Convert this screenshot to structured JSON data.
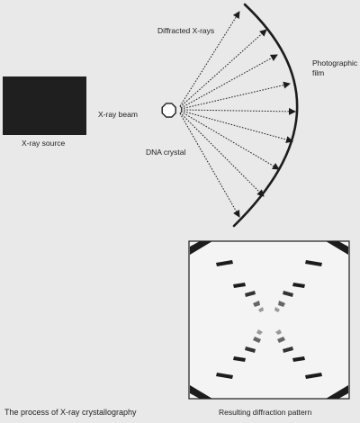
{
  "labels": {
    "xray_source": "X-ray source",
    "xray_beam": "X-ray beam",
    "dna_crystal": "DNA crystal",
    "diffracted_xrays": "Diffracted X-rays",
    "film_line1": "Photographic",
    "film_line2": "film",
    "resulting_pattern": "Resulting diffraction pattern",
    "caption": "The process of X-ray crystallography"
  },
  "colors": {
    "background": "#e9e9e9",
    "ink": "#1c1c1c",
    "source_fill": "#1f1f1f",
    "panel_fill": "#f4f4f4"
  }
}
